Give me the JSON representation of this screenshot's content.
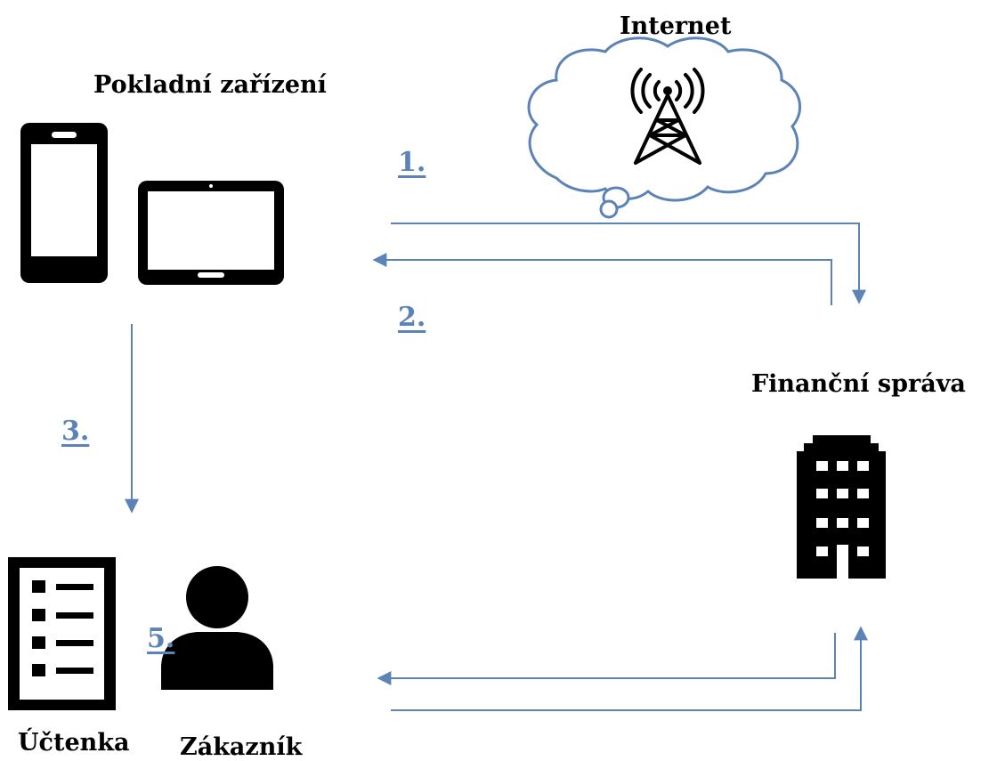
{
  "labels": {
    "internet": "Internet",
    "cash_register": "Pokladní zařízení",
    "financial_admin": "Finanční správa",
    "receipt": "Účtenka",
    "customer": "Zákazník"
  },
  "steps": {
    "step1": "1.",
    "step2": "2.",
    "step3": "3.",
    "step5": "5."
  },
  "colors": {
    "arrow": "#5b83b7",
    "cloud_stroke": "#5b83b7",
    "icon_fill": "#000000",
    "step_text": "#5b83b7"
  },
  "icons": {
    "cloud": "cloud-icon",
    "antenna": "antenna-tower-icon",
    "phone": "smartphone-icon",
    "tablet": "tablet-icon",
    "building": "building-icon",
    "receipt": "receipt-list-icon",
    "person": "person-icon"
  }
}
